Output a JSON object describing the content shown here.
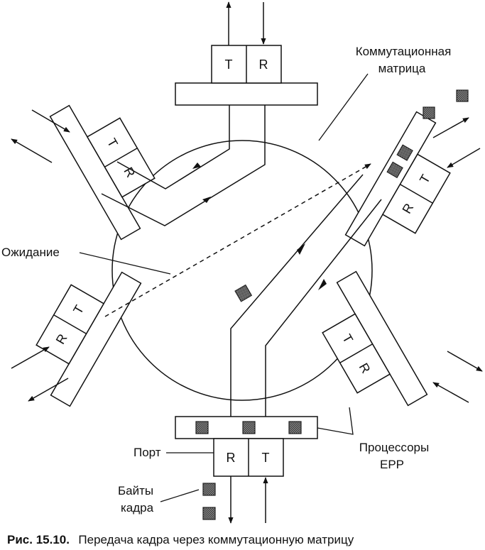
{
  "labels": {
    "switch_matrix_line1": "Коммутационная",
    "switch_matrix_line2": "матрица",
    "waiting": "Ожидание",
    "processors_line1": "Процессоры",
    "processors_line2": "EPP",
    "port": "Порт",
    "frame_bytes_line1": "Байты",
    "frame_bytes_line2": "кадра"
  },
  "port_letters": {
    "t": "T",
    "r": "R"
  },
  "caption": {
    "number": "Рис. 15.10.",
    "text": "Передача кадра через коммутационную матрицу"
  },
  "colors": {
    "ink": "#111111",
    "byte_fill": "#8a8a8a",
    "byte_pattern": "#3c3c3c"
  }
}
